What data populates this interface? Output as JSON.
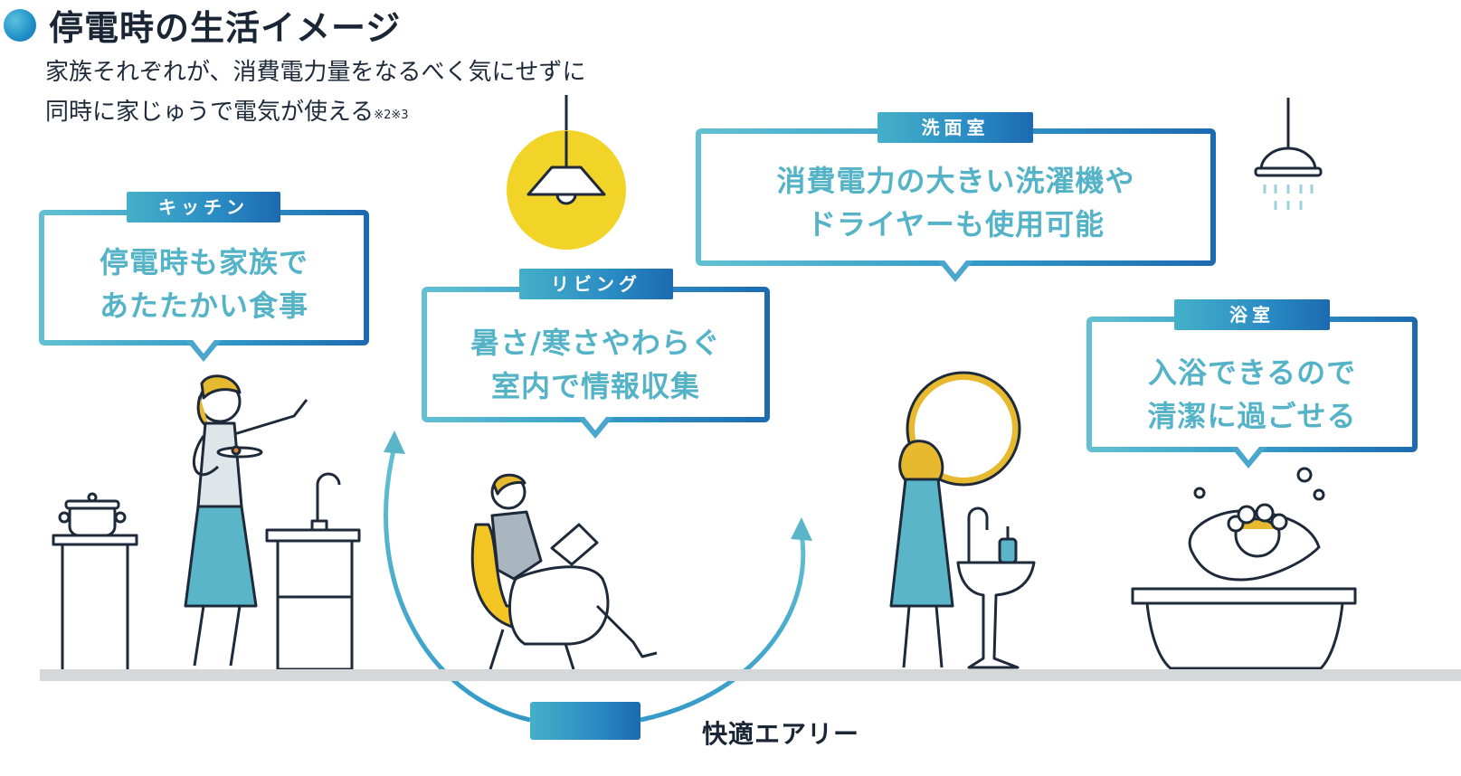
{
  "header": {
    "title": "停電時の生活イメージ",
    "subtitle_line1": "家族それぞれが、消費電力量をなるべく気にせずに",
    "subtitle_line2": "同時に家じゅうで電気が使える",
    "note": "※2※3"
  },
  "scenes": {
    "kitchen": {
      "tag": "キッチン",
      "line1": "停電時も家族で",
      "line2": "あたたかい食事"
    },
    "living": {
      "tag": "リビング",
      "line1": "暑さ/寒さやわらぐ",
      "line2": "室内で情報収集"
    },
    "washroom": {
      "tag": "洗面室",
      "line1": "消費電力の大きい洗濯機や",
      "line2": "ドライヤーも使用可能"
    },
    "bathroom": {
      "tag": "浴室",
      "line1": "入浴できるので",
      "line2": "清潔に過ごせる"
    }
  },
  "footer": {
    "label": "快適エアリー"
  },
  "colors": {
    "accent_teal": "#5bb5c8",
    "accent_blue": "#1c6ab0",
    "lamp_yellow": "#f2d328",
    "outline_navy": "#1e2a3a",
    "floor_gray": "#d6d7d8"
  },
  "icons": [
    "pendant-lamp-icon",
    "shower-head-icon",
    "up-arrow-icon"
  ]
}
